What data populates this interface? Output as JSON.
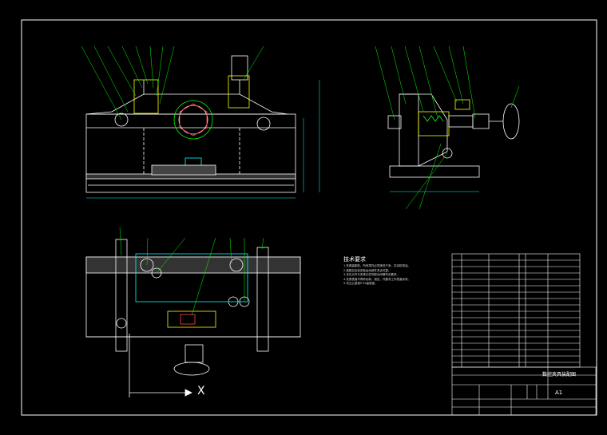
{
  "drawing": {
    "notes_title": "技术要求",
    "notes": [
      "1.夹具装配前，所有零件必须清洗干净，并涂防锈油。",
      "2.装配后应检查各运动部件灵活可靠。",
      "3.定位元件与夹紧元件的配合间隙符合要求。",
      "4.夹具表面不得有毛刺、锐边，外露非工作表面涂漆。",
      "5.未注公差按IT12级制造。"
    ],
    "title_block": {
      "drawing_title": "数控夹具装配图",
      "sheet_code": "A1"
    },
    "axis_label": "X",
    "colors": {
      "background": "#000000",
      "line_white": "#ffffff",
      "line_yellow": "#ffff00",
      "line_cyan": "#00ffff",
      "line_green": "#00ff00",
      "line_red": "#ff4040",
      "line_magenta": "#ff00ff"
    }
  }
}
